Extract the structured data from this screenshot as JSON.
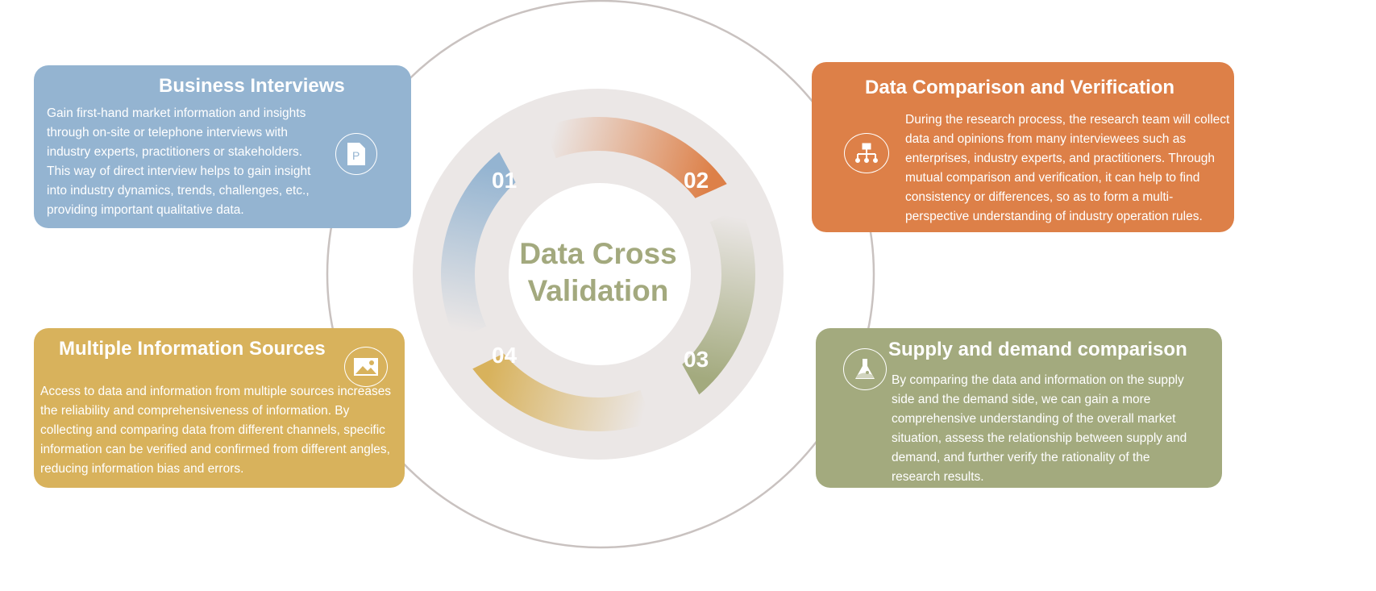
{
  "center_title": "Data Cross Validation",
  "colors": {
    "blue": "#94b4d1",
    "orange": "#dd8048",
    "green": "#a3aa7e",
    "gold": "#d8b25c",
    "ring": "#ebe7e6",
    "outline": "#c9c2c0"
  },
  "steps": [
    {
      "number": "01",
      "title": "Business Interviews",
      "icon": "document-icon",
      "text": "Gain first-hand market information and insights through on-site or telephone interviews with industry experts, practitioners or stakeholders. This way of direct interview helps to gain insight into industry dynamics, trends, challenges, etc., providing important qualitative data."
    },
    {
      "number": "02",
      "title": "Data Comparison and Verification",
      "icon": "hierarchy-icon",
      "text": "During the research process, the research team will collect data and opinions from many interviewees such as enterprises, industry experts, and practitioners. Through mutual comparison and verification, it can help to find consistency or differences, so as to form a multi-perspective understanding of industry operation rules."
    },
    {
      "number": "03",
      "title": "Supply and demand comparison",
      "icon": "flask-icon",
      "text": "By comparing the data and information on the supply side and the demand side, we can gain a more comprehensive understanding of the overall market situation, assess the relationship between supply and demand, and further verify the rationality of the research results."
    },
    {
      "number": "04",
      "title": "Multiple Information Sources",
      "icon": "image-icon",
      "text": "Access to data and information from multiple sources increases the reliability and comprehensiveness of information. By collecting and comparing data from different channels, specific information can be verified and confirmed from different angles, reducing information bias and errors."
    }
  ]
}
